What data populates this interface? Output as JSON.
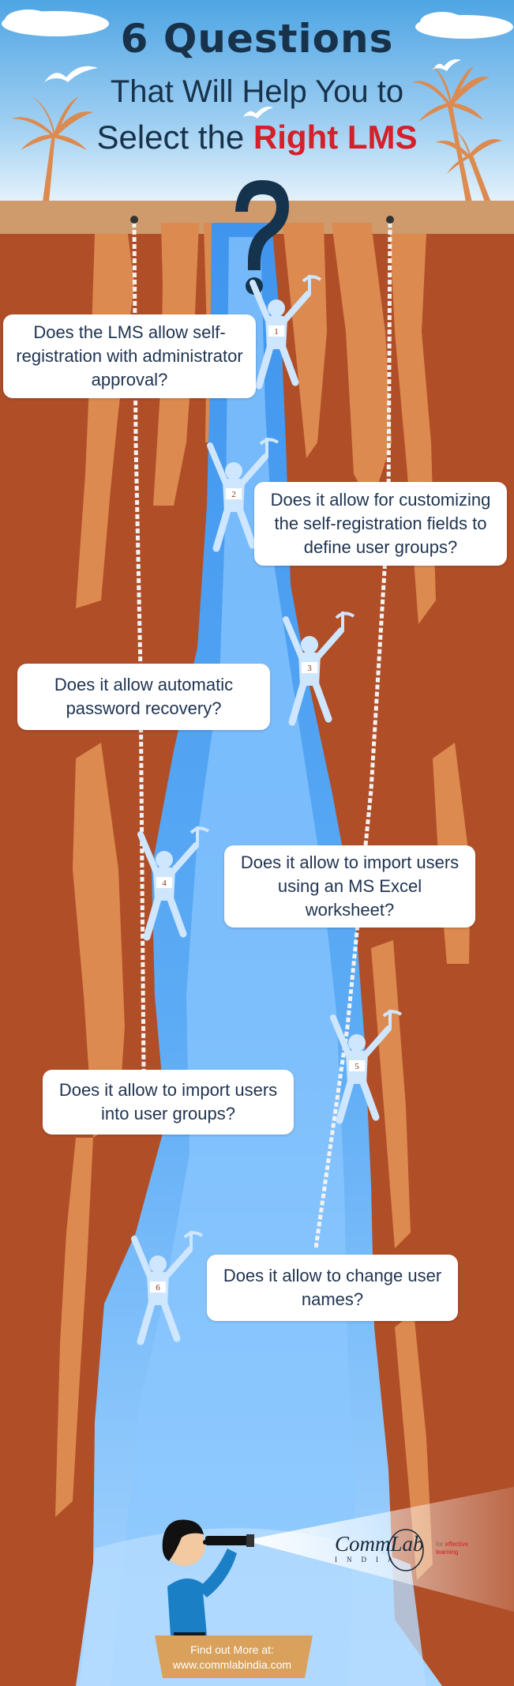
{
  "header": {
    "title": "6 Questions",
    "line2": "That Will Help You to",
    "line3_prefix": "Select the ",
    "line3_accent": "Right LMS"
  },
  "climbers": [
    {
      "number": "1"
    },
    {
      "number": "2"
    },
    {
      "number": "3"
    },
    {
      "number": "4"
    },
    {
      "number": "5"
    },
    {
      "number": "6"
    }
  ],
  "questions": [
    {
      "number": "1",
      "text": "Does the LMS allow self-registration with administrator approval?"
    },
    {
      "number": "2",
      "text": "Does it allow for customizing the self-registration fields to define user groups?"
    },
    {
      "number": "3",
      "text": "Does it allow automatic password recovery?"
    },
    {
      "number": "4",
      "text": "Does it allow to import users using an MS Excel worksheet?"
    },
    {
      "number": "5",
      "text": "Does it allow to import users into user groups?"
    },
    {
      "number": "6",
      "text": "Does it allow to change user names?"
    }
  ],
  "footer": {
    "cta_line1": "Find out More at:",
    "cta_line2": "www.commlabindia.com",
    "logo_name": "CommLab",
    "logo_sub": "INDIA",
    "logo_tag_prefix": "for ",
    "logo_tag_accent": "effective learning"
  },
  "colors": {
    "sky": "#5aaee6",
    "canyon_dark": "#b04e28",
    "canyon_light": "#dc8a4f",
    "waterfall": "#4d9ef0",
    "water_light": "#8cc8ff",
    "title": "#17324a",
    "accent": "#d3202a",
    "cta_bg": "#d9a15c"
  }
}
